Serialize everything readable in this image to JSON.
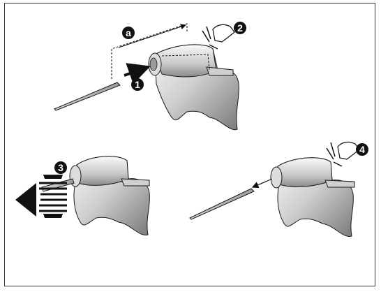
{
  "diagram": {
    "steps": [
      {
        "id": "a",
        "label": "a",
        "kind": "letter"
      },
      {
        "id": "1",
        "label": "1",
        "kind": "number"
      },
      {
        "id": "2",
        "label": "2",
        "kind": "number"
      },
      {
        "id": "3",
        "label": "3",
        "kind": "number"
      },
      {
        "id": "4",
        "label": "4",
        "kind": "number"
      }
    ],
    "colors": {
      "handpiece_light": "#f2f2f2",
      "handpiece_mid": "#bdbdbd",
      "handpiece_dark": "#6e6e6e",
      "outline": "#1a1a1a",
      "badge_fill": "#111111",
      "badge_text": "#ffffff",
      "background": "#ffffff"
    }
  }
}
